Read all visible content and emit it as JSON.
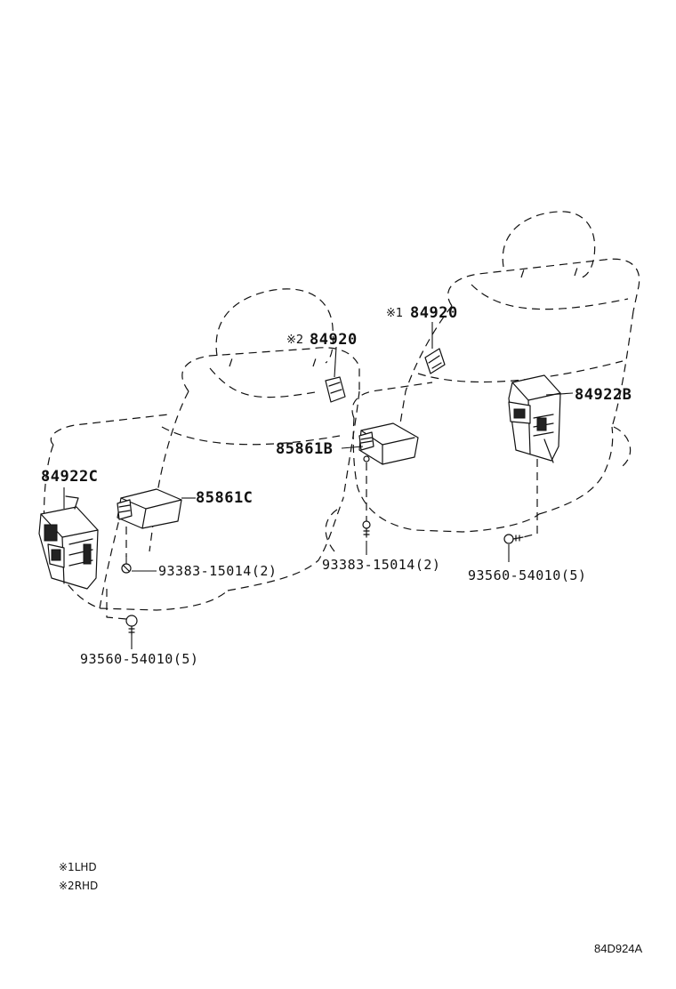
{
  "labels": {
    "p84920_rhd_mark": "※2",
    "p84920_rhd": "84920",
    "p84920_lhd_mark": "※1",
    "p84920_lhd": "84920",
    "p84922B": "84922B",
    "p85861B": "85861B",
    "p84922C": "84922C",
    "p85861C": "85861C",
    "p93383_left": "93383-15014(2)",
    "p93383_center": "93383-15014(2)",
    "p93560_right": "93560-54010(5)",
    "p93560_left": "93560-54010(5)"
  },
  "notes": {
    "lhd": "※1LHD",
    "rhd": "※2RHD"
  },
  "diagram_code": "84D924A"
}
